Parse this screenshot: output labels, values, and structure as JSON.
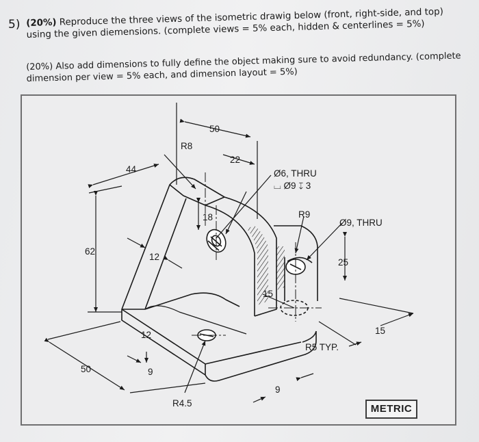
{
  "question": {
    "number": "5)",
    "line1_prefix": "(20%)",
    "line1_rest": " Reproduce the three views of the isometric drawig below (front, right-side, and top) using the given diemensions. (complete views = 5% each, hidden & centerlines = 5%)",
    "line2": "(20%) Also add dimensions to fully define the object making sure to avoid redundancy. (complete dimension per view = 5% each, and dimension layout = 5%)"
  },
  "drawing": {
    "dim_50_top": "50",
    "dim_R8": "R8",
    "dim_22": "22",
    "dim_44": "44",
    "hole_callout_line1": "Ø6, THRU",
    "hole_callout_line2": "⌴ Ø9 ↧ 3",
    "dim_R9": "R9",
    "hole2_callout": "Ø9, THRU",
    "dim_18": "18",
    "dim_62": "62",
    "dim_12_upper": "12",
    "dim_25": "25",
    "dim_15_mid": "15",
    "dim_12_lower": "12",
    "dim_15_right": "15",
    "dim_R5_typ": "R5 TYP.",
    "dim_50_left": "50",
    "dim_9_lower_left": "9",
    "dim_9_bottom": "9",
    "dim_R4_5": "R4.5",
    "units_badge": "METRIC"
  },
  "colors": {
    "ink": "#1b1b1b",
    "paper": "#ededee",
    "frame": "#6f6f70"
  }
}
